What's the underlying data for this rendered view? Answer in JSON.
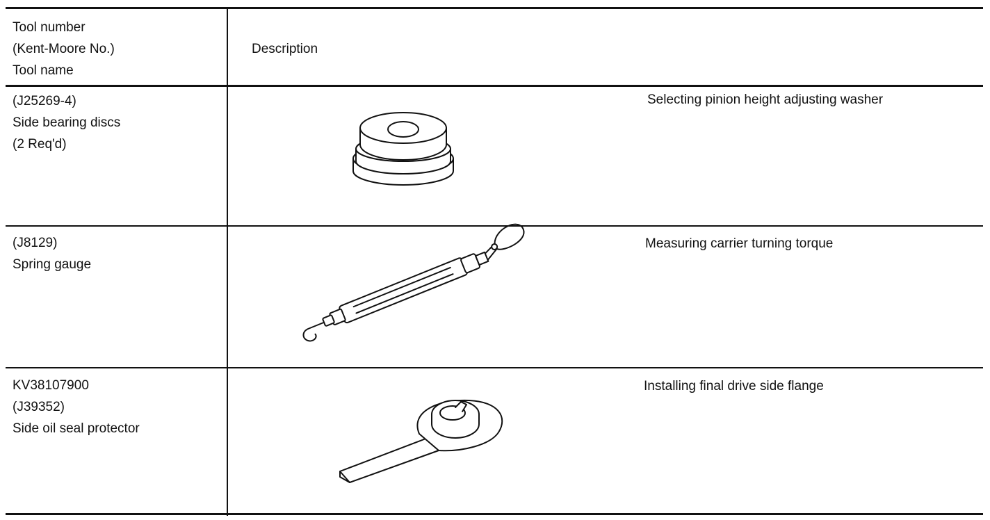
{
  "header": {
    "col1_lines": [
      "Tool number",
      "(Kent-Moore No.)",
      "Tool name"
    ],
    "col2": "Description"
  },
  "rows": [
    {
      "lines": [
        "(J25269-4)",
        "Side bearing discs",
        "(2 Req'd)"
      ],
      "description": "Selecting pinion height adjusting washer",
      "illustration": "side-bearing-discs-drawing"
    },
    {
      "lines": [
        "(J8129)",
        "Spring gauge"
      ],
      "description": "Measuring carrier turning torque",
      "illustration": "spring-gauge-drawing"
    },
    {
      "lines": [
        "KV38107900",
        "(J39352)",
        "Side oil seal protector"
      ],
      "description": "Installing final drive side flange",
      "illustration": "side-oil-seal-protector-drawing"
    }
  ]
}
